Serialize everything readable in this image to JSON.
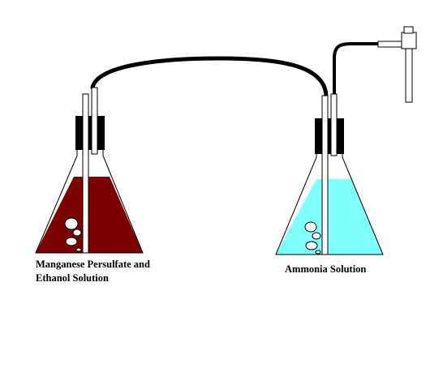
{
  "labels": {
    "left_line1": "Manganese Persulfate and",
    "left_line2": "Ethanol Solution",
    "right": "Ammonia Solution"
  },
  "colors": {
    "left_liquid": "#7a0000",
    "right_liquid": "#80ffff",
    "tube": "#000000",
    "stopper": "#000000",
    "glass": "#ffffff",
    "outline": "#000000"
  },
  "icons": {
    "left_flask": "erlenmeyer-flask",
    "right_flask": "erlenmeyer-flask",
    "tap": "stopcock-valve"
  }
}
